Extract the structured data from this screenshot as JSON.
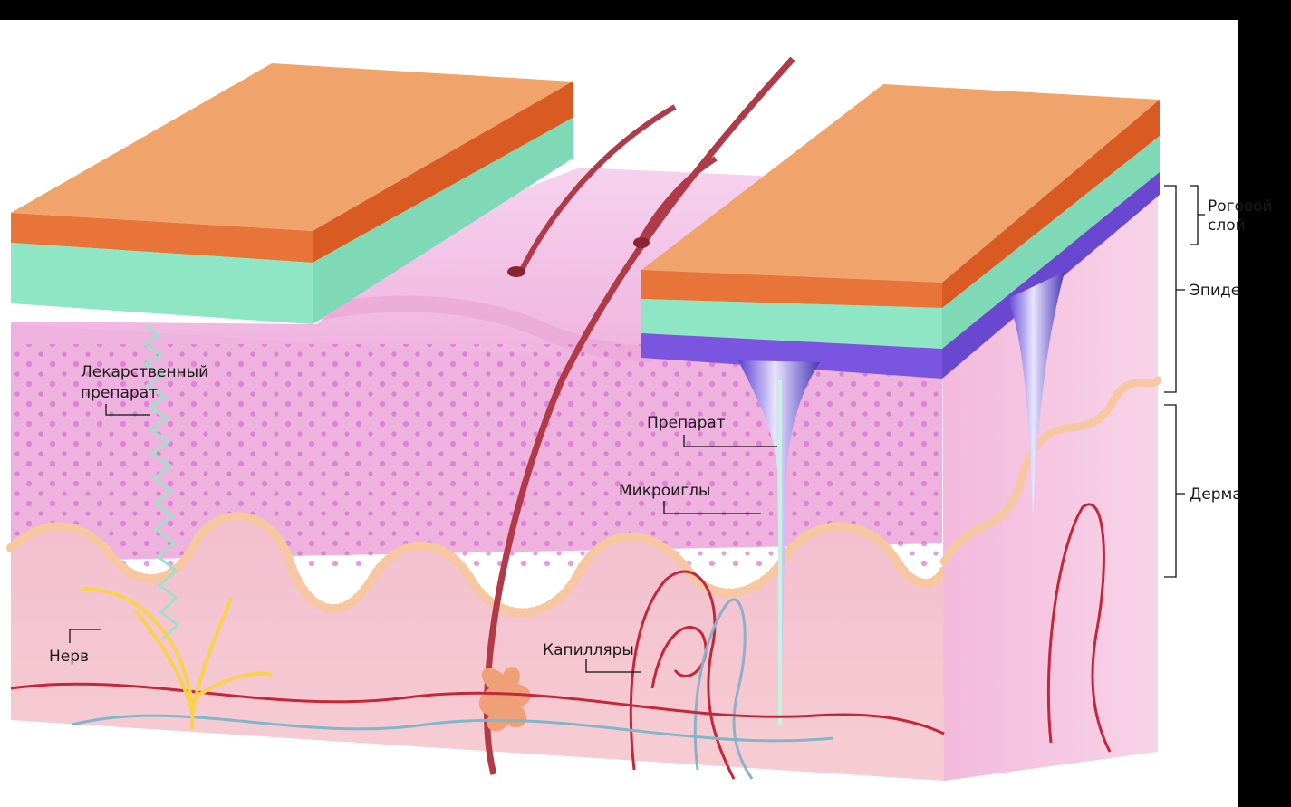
{
  "labels": {
    "drug_line1": "Лекарственный",
    "drug_line2": "препарат",
    "nerve": "Нерв",
    "preparation": "Препарат",
    "microneedles": "Микроиглы",
    "capillaries": "Капилляры",
    "stratum_line1": "Роговой",
    "stratum_line2": "слой",
    "epidermis": "Эпидермис",
    "dermis": "Дерма"
  },
  "colors": {
    "frame": "#000000",
    "horny_layer": "#f0a46c",
    "horny_side": "#e2652a",
    "adhesive_layer": "#8fe6c4",
    "backing_purple": "#7a55e0",
    "skin_pink": "#f3b3dc",
    "dermis_pink": "#f2b6c0",
    "hair": "#b03a48",
    "nerve": "#f7d24a",
    "drug_zigzag": "#9fe0c9"
  },
  "icons": [
    "microneedle-icon",
    "hair-icon",
    "capillary-icon",
    "nerve-icon"
  ]
}
